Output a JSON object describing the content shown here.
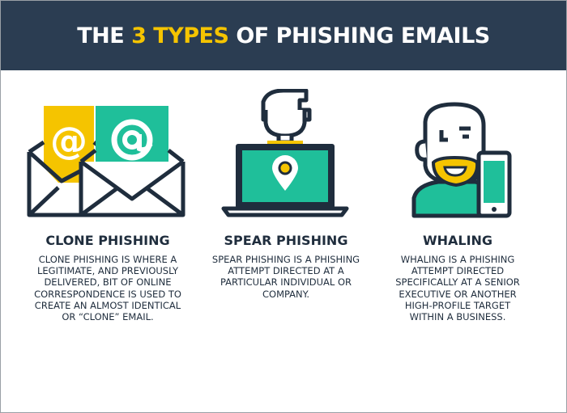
{
  "header": {
    "title_prefix": "THE ",
    "title_accent": "3 TYPES",
    "title_suffix": " OF PHISHING EMAILS"
  },
  "colors": {
    "header_bg": "#2b3d52",
    "accent_yellow": "#f5c400",
    "accent_teal": "#1fbf9a",
    "outline_navy": "#1f2d3d"
  },
  "types": [
    {
      "icon": "envelope-at-icon",
      "title": "CLONE PHISHING",
      "lines": [
        "CLONE PHISHING IS WHERE A",
        "LEGITIMATE, AND PREVIOUSLY",
        "DELIVERED, BIT OF ONLINE",
        "CORRESPONDENCE IS USED TO",
        "CREATE AN ALMOST IDENTICAL",
        "OR “CLONE” EMAIL."
      ]
    },
    {
      "icon": "laptop-target-icon",
      "title": "SPEAR PHISHING",
      "lines": [
        "SPEAR PHISHING IS A PHISHING",
        "ATTEMPT DIRECTED AT A",
        "PARTICULAR INDIVIDUAL OR",
        "COMPANY."
      ]
    },
    {
      "icon": "executive-phone-icon",
      "title": "WHALING",
      "lines": [
        "WHALING IS A PHISHING",
        "ATTEMPT DIRECTED",
        "SPECIFICALLY AT A SENIOR",
        "EXECUTIVE OR ANOTHER",
        "HIGH-PROFILE TARGET",
        "WITHIN A BUSINESS."
      ]
    }
  ]
}
